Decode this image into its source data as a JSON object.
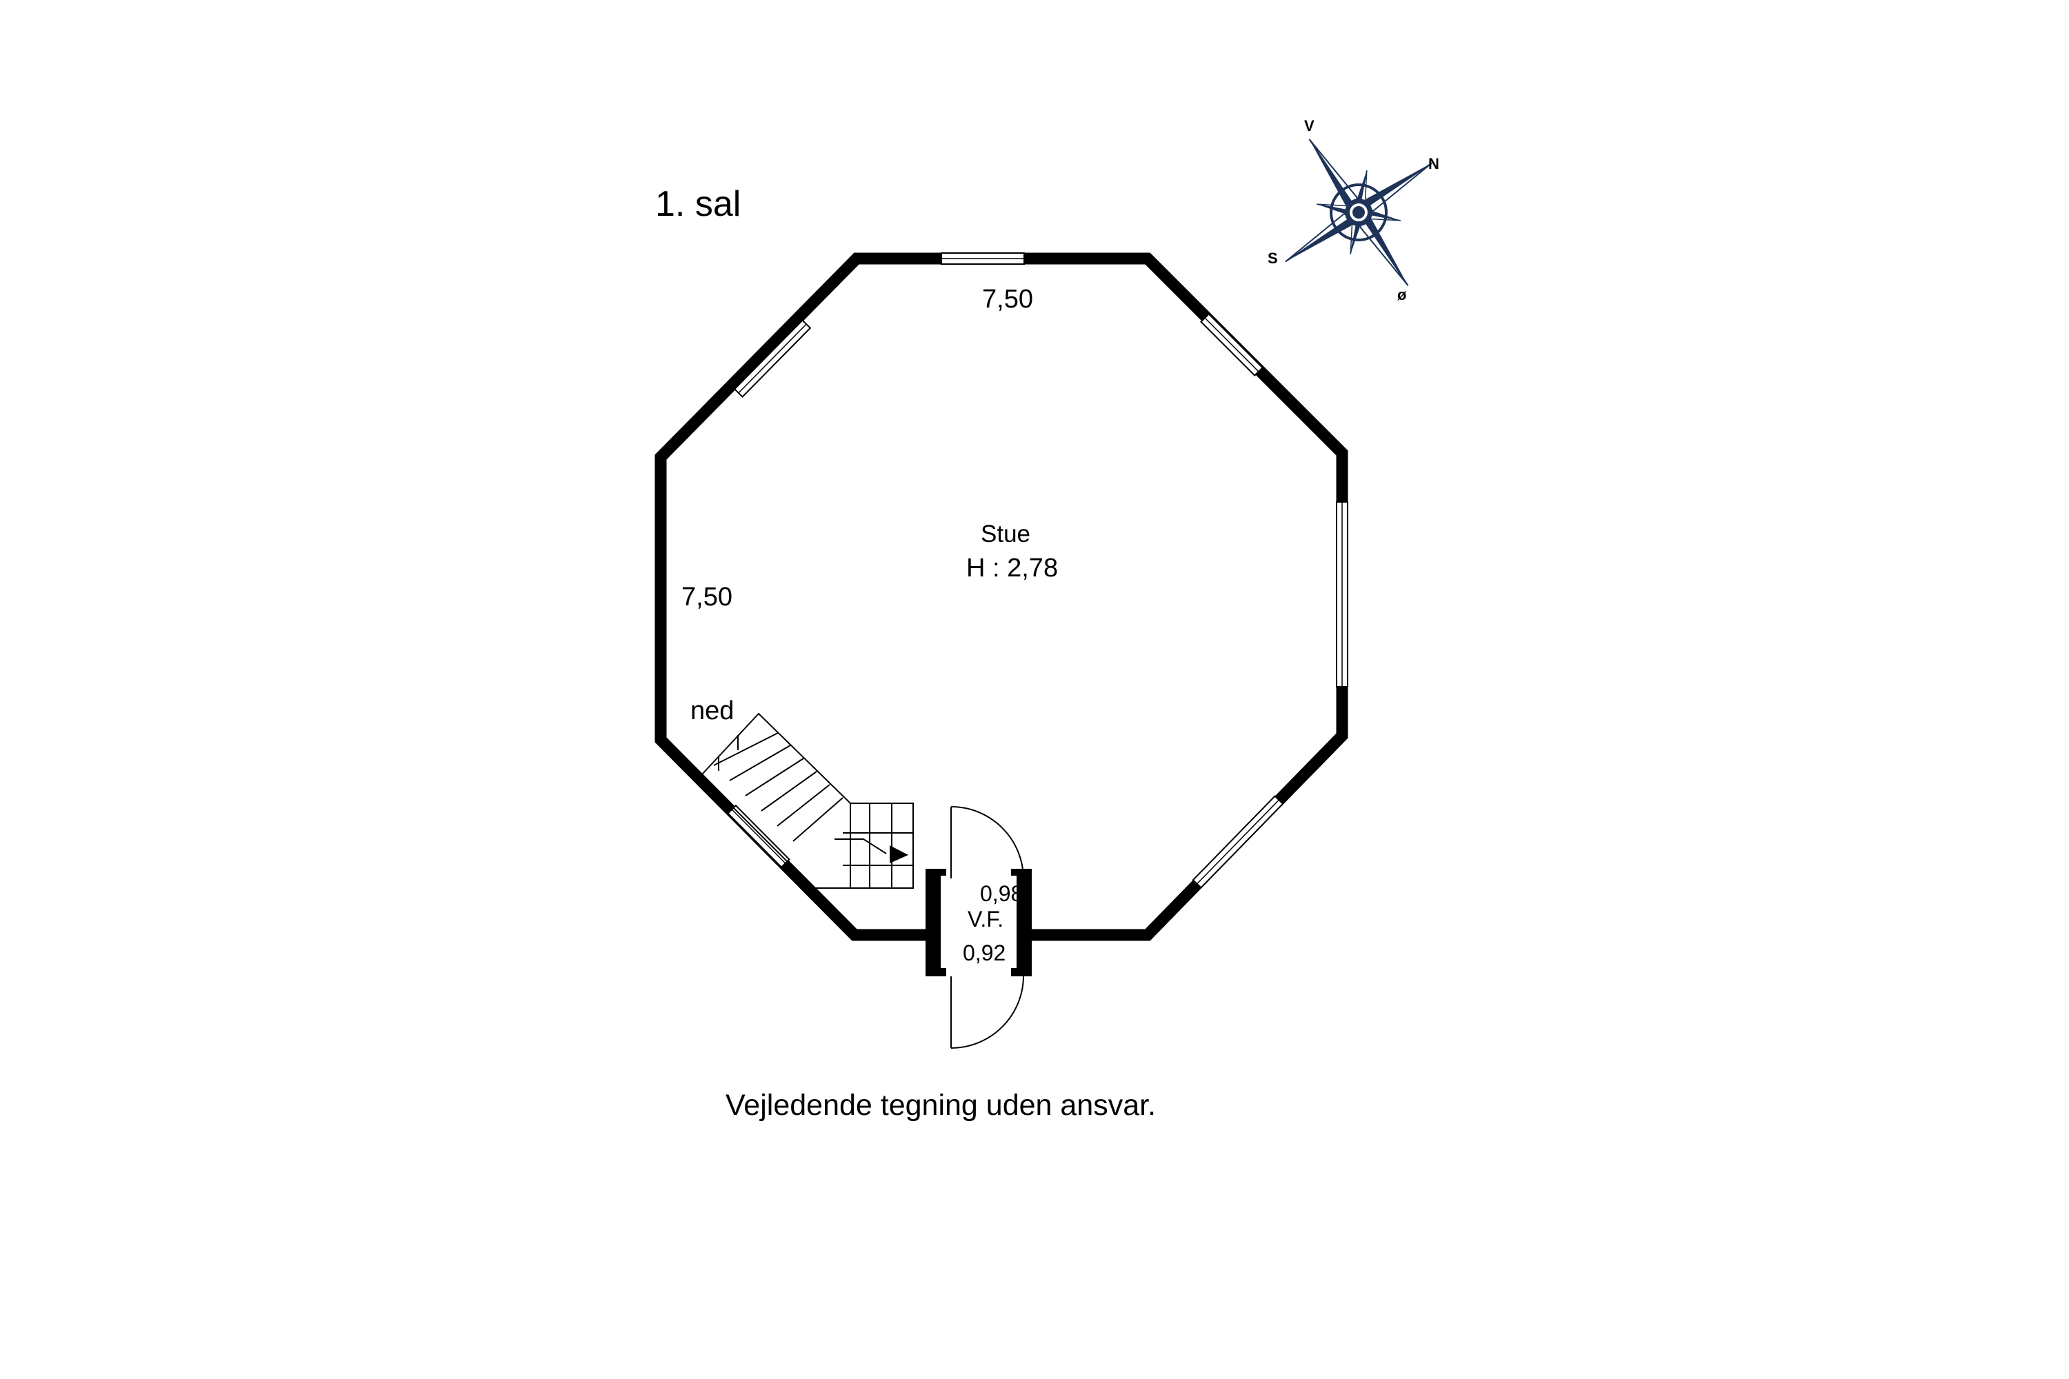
{
  "floor_title": "1. sal",
  "dimensions": {
    "top_wall": "7,50",
    "left_wall": "7,50"
  },
  "room": {
    "name": "Stue",
    "height": "H : 2,78"
  },
  "stair": {
    "label": "ned"
  },
  "vestibule": {
    "name": "V.F.",
    "width_outer": "0,98",
    "width_inner": "0,92"
  },
  "compass": {
    "north": "N",
    "south": "S",
    "east": "ø",
    "west": "V",
    "color": "#1e3358"
  },
  "disclaimer": "Vejledende tegning uden ansvar."
}
